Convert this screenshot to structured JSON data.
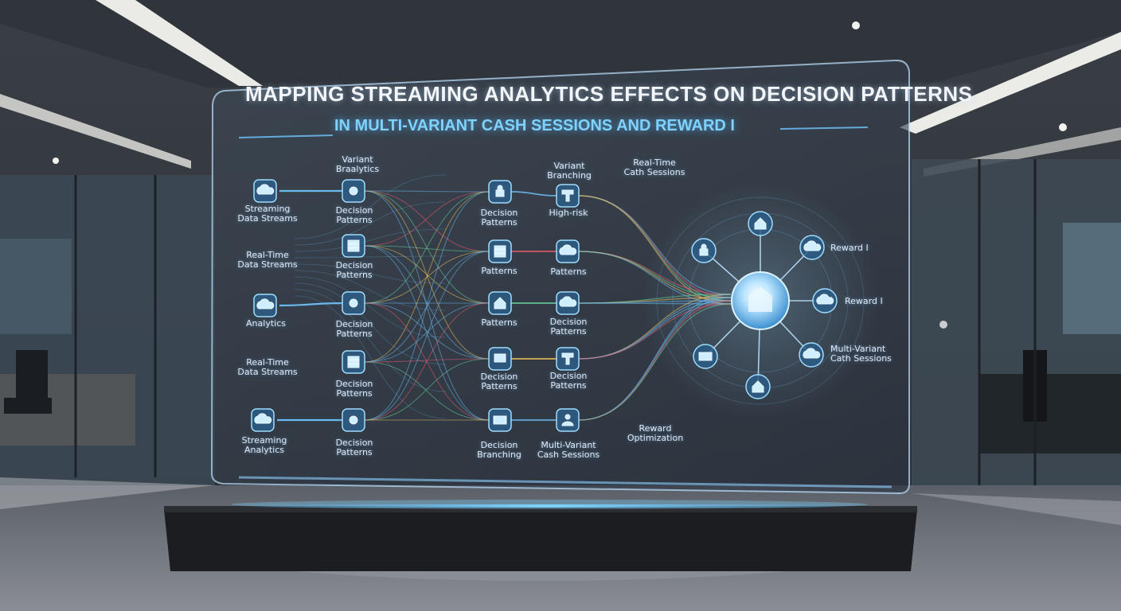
{
  "title": "MAPPING STREAMING ANALYTICS EFFECTS ON DECISION PATTERNS",
  "subtitle": "IN MULTI-VARIANT CASH SESSIONS AND REWARD I",
  "colors": {
    "panel_glow": "#8fd0ff",
    "flow_blue": "#6fc6ff",
    "flow_red": "#ff5a70",
    "flow_green": "#6de0a0",
    "flow_yellow": "#ffd060",
    "hub": "#bfe6ff"
  },
  "nodes": {
    "col1": [
      {
        "label": "Streaming\nData Streams",
        "icon": "cloud-icon"
      },
      {
        "label": "Real-Time\nData Streams",
        "icon": "none"
      },
      {
        "label": "Analytics",
        "icon": "cloud-icon"
      },
      {
        "label": "Real-Time\nData Streams",
        "icon": "none"
      },
      {
        "label": "Streaming\nAnalytics",
        "icon": "cloud-icon"
      }
    ],
    "col2_header": "Variant\nBraalytics",
    "col2": [
      {
        "label": "Decision\nPatterns",
        "icon": "gear-icon"
      },
      {
        "label": "Decision\nPatterns",
        "icon": "server-icon"
      },
      {
        "label": "Decision\nPatterns",
        "icon": "gear-icon"
      },
      {
        "label": "Decision\nPatterns",
        "icon": "server-icon"
      },
      {
        "label": "Decision\nPatterns",
        "icon": "gear-icon"
      }
    ],
    "col3": [
      {
        "label": "Decision\nPatterns",
        "icon": "lock-icon"
      },
      {
        "label": "Patterns",
        "icon": "server-icon"
      },
      {
        "label": "Patterns",
        "icon": "home-icon"
      },
      {
        "label": "Decision\nPatterns",
        "icon": "monitor-icon"
      },
      {
        "label": "Decision\nBranching",
        "icon": "card-icon"
      }
    ],
    "col4_header": "Variant\nBranching",
    "col4": [
      {
        "label": "High-risk",
        "icon": "tool-icon"
      },
      {
        "label": "Patterns",
        "icon": "cloud-icon"
      },
      {
        "label": "Decision\nPatterns",
        "icon": "cloud-icon"
      },
      {
        "label": "Decision\nPatterns",
        "icon": "tool-icon"
      },
      {
        "label": "Multi-Variant\nCash Sessions",
        "icon": "user-icon"
      }
    ],
    "col5_header": "Real-Time\nCath Sessions",
    "col5_footer": "Reward\nOptimization",
    "hub_right": [
      {
        "label": "Reward I",
        "icon": "cloud-icon"
      },
      {
        "label": "Reward I",
        "icon": "cloud-icon"
      },
      {
        "label": "Multi-Variant\nCath Sessions",
        "icon": "cloud-icon"
      }
    ]
  }
}
